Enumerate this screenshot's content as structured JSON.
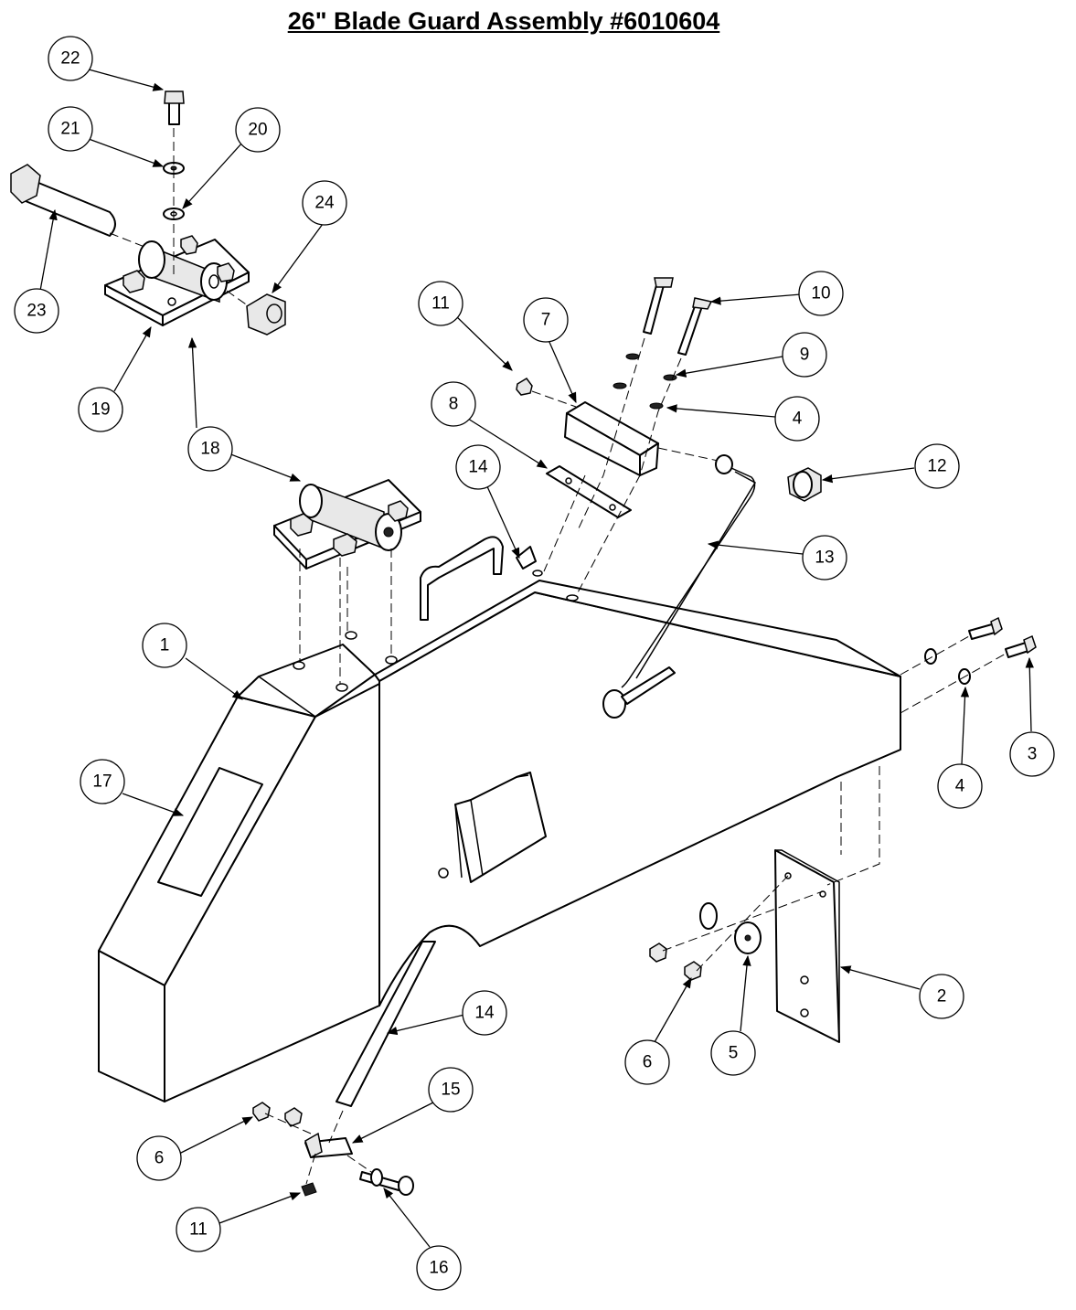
{
  "title": "26\" Blade Guard Assembly #6010604",
  "callouts": [
    "1",
    "2",
    "3",
    "4",
    "4",
    "5",
    "6",
    "6",
    "7",
    "8",
    "9",
    "10",
    "11",
    "11",
    "12",
    "13",
    "14",
    "14",
    "15",
    "16",
    "17",
    "18",
    "19",
    "20",
    "21",
    "22",
    "23",
    "24"
  ]
}
